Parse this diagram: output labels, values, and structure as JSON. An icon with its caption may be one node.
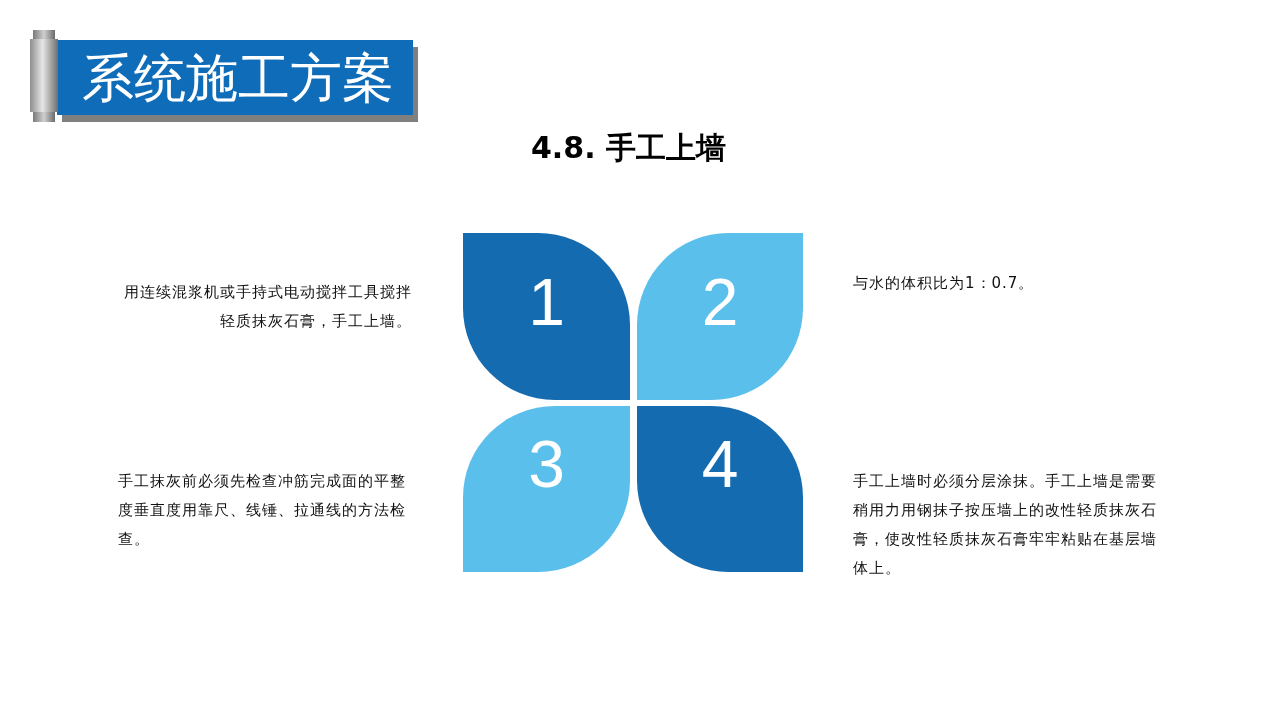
{
  "diagram": {
    "title": "4.8. 手工上墙",
    "nodes": [
      {
        "text": [
          "系统施工方案"
        ]
      },
      {
        "text": [
          "1"
        ],
        "beside": [
          "用连续混浆机或手持式电动搅拌工具搅拌轻质抹灰石膏，手工上墙。"
        ]
      },
      {
        "text": [
          "2"
        ],
        "beside": [
          "与水的体积比为1：0.7。"
        ]
      },
      {
        "text": [
          "3"
        ],
        "beside": [
          "手工抹灰前必须先检查冲筋完成面的平整度垂直度用靠尺、线锤、拉通线的方法检查。"
        ]
      },
      {
        "text": [
          "4"
        ],
        "beside": [
          "手工上墙时必须分层涂抹。手工上墙是需要稍用力用钢抹子按压墙上的改性轻质抹灰石膏，使改性轻质抹灰石膏牢牢粘贴在基层墙体上。"
        ]
      }
    ]
  }
}
